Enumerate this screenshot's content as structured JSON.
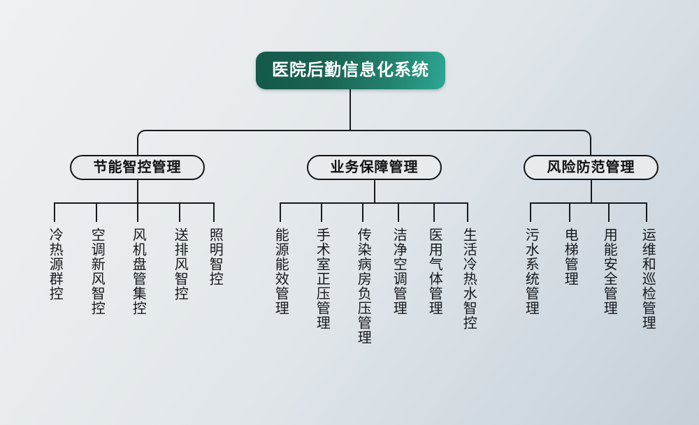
{
  "diagram": {
    "title": "医院后勤信息化系统",
    "type": "organization-tree",
    "orientation": "top-down",
    "colors": {
      "root_gradient_start": "#14594a",
      "root_gradient_end": "#2ea694",
      "root_text": "#ffffff",
      "line": "#16191c",
      "node_fill": "#e7ebee",
      "node_border": "#111315",
      "background_start": "#eef1f3",
      "background_end": "#c5cfd8"
    },
    "branches": [
      {
        "label": "节能智控管理",
        "leaves": [
          "冷热源群控",
          "空调新风智控",
          "风机盘管集控",
          "送排风智控",
          "照明智控"
        ]
      },
      {
        "label": "业务保障管理",
        "leaves": [
          "能源能效管理",
          "手术室正压管理",
          "传染病房负压管理",
          "洁净空调管理",
          "医用气体管理",
          "生活冷热水智控"
        ]
      },
      {
        "label": "风险防范管理",
        "leaves": [
          "污水系统管理",
          "电梯管理",
          "用能安全管理",
          "运维和巡检管理"
        ]
      }
    ]
  }
}
